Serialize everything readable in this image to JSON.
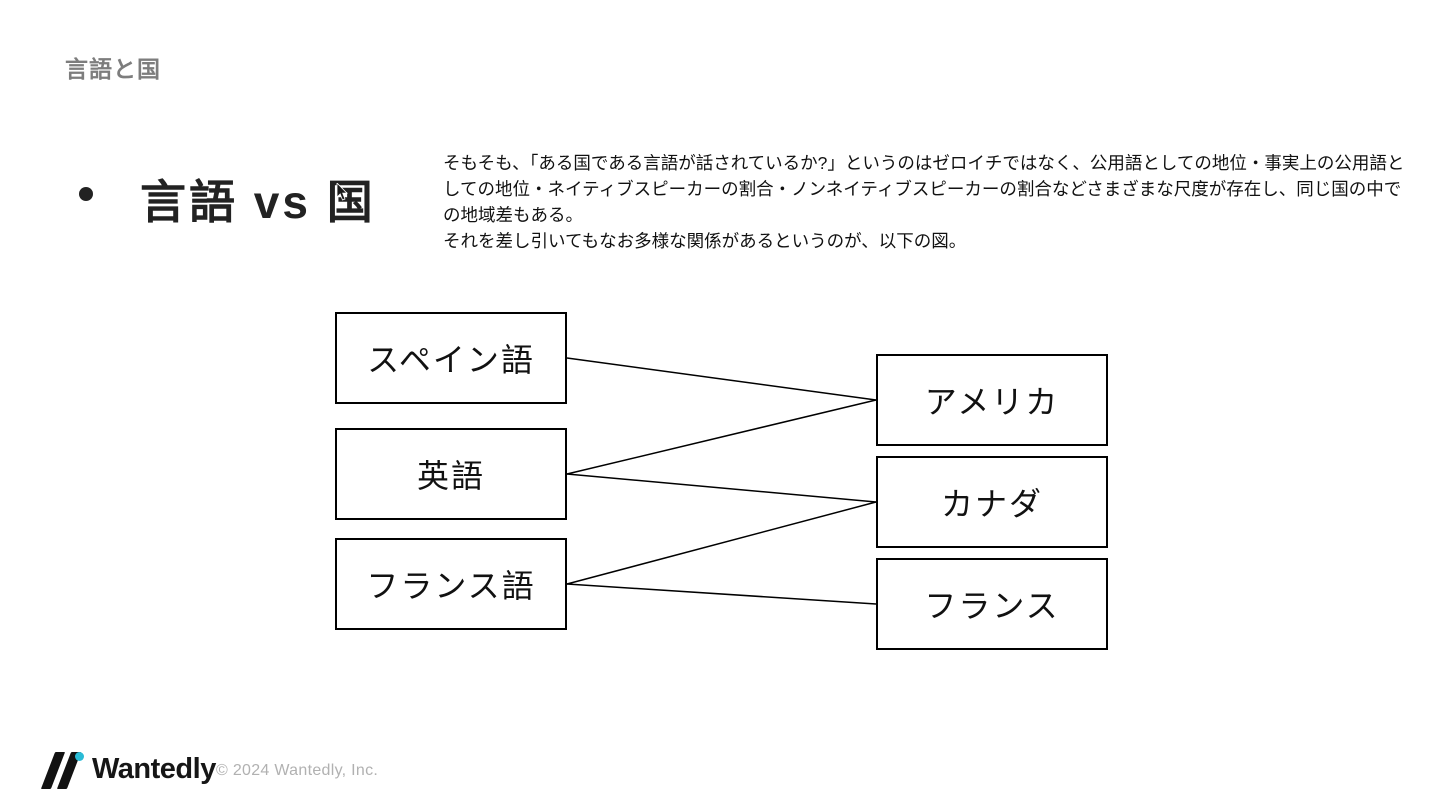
{
  "header": {
    "title": "言語と国"
  },
  "main": {
    "bullet_title": "言語 vs 国",
    "description_paragraph_1": "そもそも、「ある国である言語が話されているか?」というのはゼロイチではなく、公用語としての地位・事実上の公用語としての地位・ネイティブスピーカーの割合・ノンネイティブスピーカーの割合などさまざまな尺度が存在し、同じ国の中での地域差もある。",
    "description_paragraph_2": "それを差し引いてもなお多様な関係があるというのが、以下の図。"
  },
  "diagram": {
    "languages": [
      {
        "id": "spanish",
        "label": "スペイン語"
      },
      {
        "id": "english",
        "label": "英語"
      },
      {
        "id": "french",
        "label": "フランス語"
      }
    ],
    "countries": [
      {
        "id": "usa",
        "label": "アメリカ"
      },
      {
        "id": "canada",
        "label": "カナダ"
      },
      {
        "id": "france",
        "label": "フランス"
      }
    ],
    "connections": [
      {
        "from": "spanish",
        "to": "usa"
      },
      {
        "from": "english",
        "to": "usa"
      },
      {
        "from": "english",
        "to": "canada"
      },
      {
        "from": "french",
        "to": "canada"
      },
      {
        "from": "french",
        "to": "france"
      }
    ]
  },
  "footer": {
    "brand": "Wantedly",
    "copyright": "© 2024 Wantedly, Inc."
  },
  "colors": {
    "background": "#ffffff",
    "header_title": "#7d7d7d",
    "text": "#111111",
    "box_border": "#000000",
    "connection_line": "#000000",
    "logo_accent_dot": "#29bbd6",
    "copyright_text": "#b1b1b1"
  }
}
